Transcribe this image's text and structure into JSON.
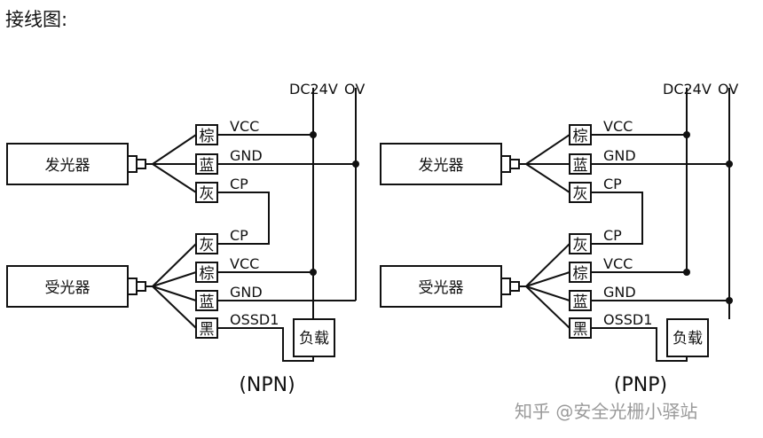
{
  "heading": "接线图:",
  "watermark": "知乎 @安全光栅小驿站",
  "diagrams": [
    {
      "mode": "(NPN)",
      "emitter": "发光器",
      "receiver": "受光器",
      "supply_label": "DC24V",
      "ground_label": "OV",
      "load_label": "负载",
      "emitter_wires": [
        {
          "color": "棕",
          "signal": "VCC"
        },
        {
          "color": "蓝",
          "signal": "GND"
        },
        {
          "color": "灰",
          "signal": "CP"
        }
      ],
      "receiver_wires": [
        {
          "color": "灰",
          "signal": "CP"
        },
        {
          "color": "棕",
          "signal": "VCC"
        },
        {
          "color": "蓝",
          "signal": "GND"
        },
        {
          "color": "黑",
          "signal": "OSSD1"
        }
      ]
    },
    {
      "mode": "(PNP)",
      "emitter": "发光器",
      "receiver": "受光器",
      "supply_label": "DC24V",
      "ground_label": "OV",
      "load_label": "负载",
      "emitter_wires": [
        {
          "color": "棕",
          "signal": "VCC"
        },
        {
          "color": "蓝",
          "signal": "GND"
        },
        {
          "color": "灰",
          "signal": "CP"
        }
      ],
      "receiver_wires": [
        {
          "color": "灰",
          "signal": "CP"
        },
        {
          "color": "棕",
          "signal": "VCC"
        },
        {
          "color": "蓝",
          "signal": "GND"
        },
        {
          "color": "黑",
          "signal": "OSSD1"
        }
      ]
    }
  ]
}
